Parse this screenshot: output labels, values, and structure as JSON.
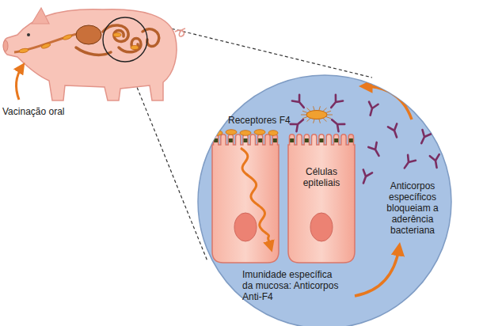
{
  "diagram": {
    "nodes": [
      {
        "text": [
          "Receptores F4",
          "Imunidade específica da mucosa: Anticorpos Anti-F4",
          "Anticorpos específicos bloqueiam a aderência bacteriana"
        ]
      },
      {
        "text": [
          "Células epiteliais"
        ],
        "in": 0
      }
    ],
    "labels": [
      "Vacinação oral"
    ]
  }
}
